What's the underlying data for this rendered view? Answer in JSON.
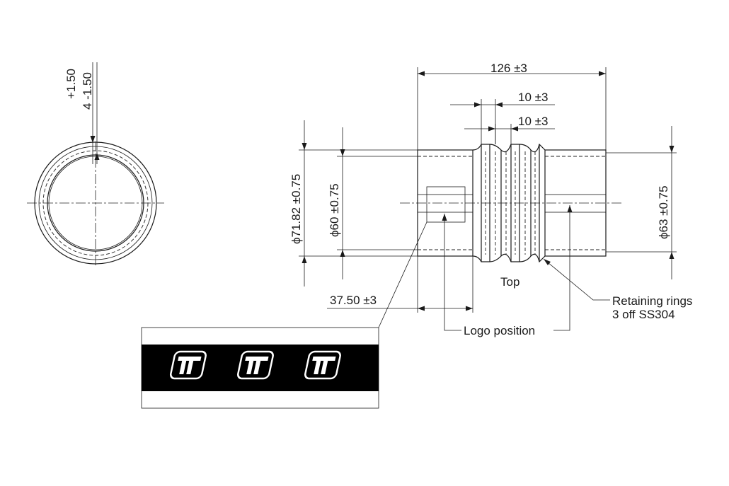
{
  "dimensions": {
    "tolerance_plus": "+1.50",
    "wall": "4 -1.50",
    "overall_length": "126 ±3",
    "convolution_pitch_1": "10 ±3",
    "convolution_pitch_2": "10 ±3",
    "outer_diameter": "ϕ71.82 ±0.75",
    "inner_diameter": "ϕ60 ±0.75",
    "right_diameter": "ϕ63 ±0.75",
    "logo_offset": "37.50 ±3"
  },
  "labels": {
    "top": "Top",
    "retaining_line1": "Retaining rings",
    "retaining_line2": "3 off SS304",
    "logo_position": "Logo position"
  },
  "logo_strip": {
    "logo_count": 3,
    "background": "#000000",
    "logo_color": "#ffffff"
  },
  "colors": {
    "line": "#1a1a1a",
    "background": "#ffffff"
  }
}
